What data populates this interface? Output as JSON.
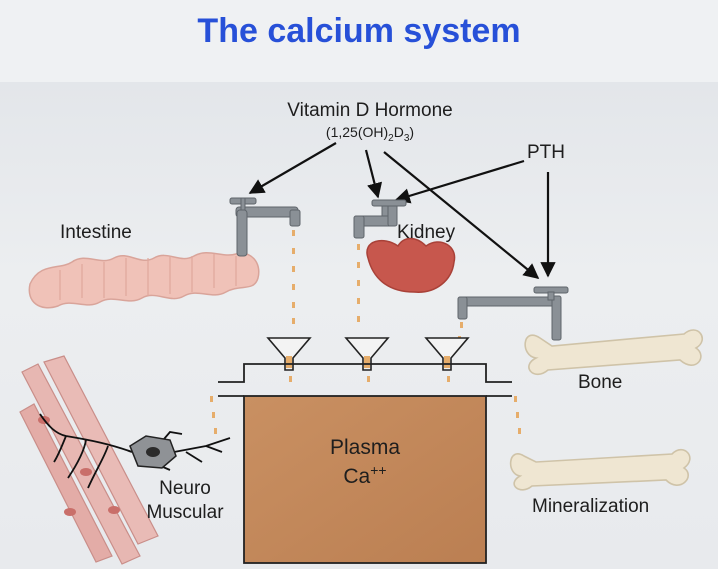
{
  "title": "The calcium system",
  "labels": {
    "vitamin_d": "Vitamin D Hormone",
    "formula_prefix": "(1,25(OH)",
    "formula_sub1": "2",
    "formula_mid": "D",
    "formula_sub2": "3",
    "formula_suffix": ")",
    "pth": "PTH",
    "intestine": "Intestine",
    "kidney": "Kidney",
    "bone": "Bone",
    "plasma": "Plasma",
    "ca": "Ca",
    "ca_charge": "++",
    "neuro": "Neuro",
    "muscular": "Muscular",
    "mineralization": "Mineralization"
  },
  "colors": {
    "title": "#2750d8",
    "tank": "#c58a5e",
    "drip": "#e6ad6b",
    "intestine": "#f0c2b8",
    "kidney": "#c7574d",
    "bone": "#efe6d2",
    "muscle": "#e5b2ae"
  }
}
